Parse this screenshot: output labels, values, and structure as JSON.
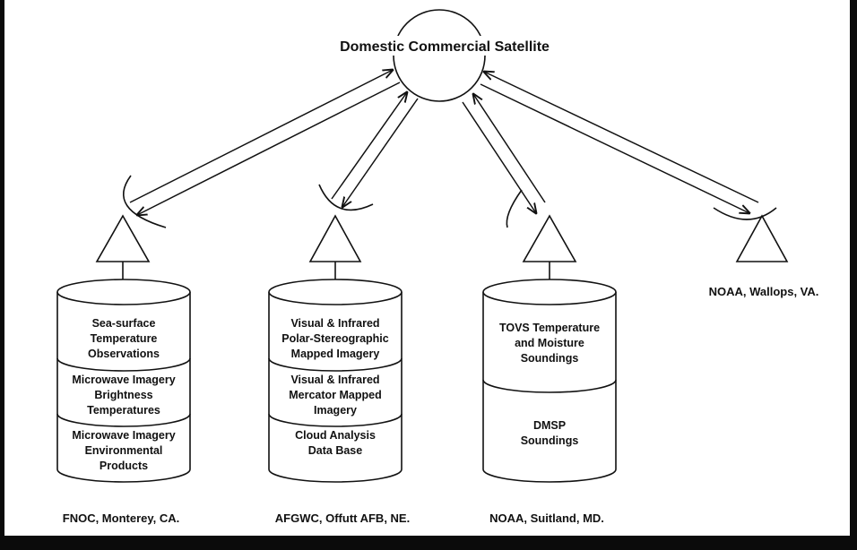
{
  "satellite": {
    "label": "Domestic Commercial Satellite"
  },
  "stations": [
    {
      "name": "FNOC, Monterey, CA.",
      "database": [
        [
          "Sea-surface",
          "Temperature",
          "Observations"
        ],
        [
          "Microwave Imagery",
          "Brightness",
          "Temperatures"
        ],
        [
          "Microwave Imagery",
          "Environmental",
          "Products"
        ]
      ]
    },
    {
      "name": "AFGWC, Offutt AFB, NE.",
      "database": [
        [
          "Visual & Infrared",
          "Polar-Stereographic",
          "Mapped Imagery"
        ],
        [
          "Visual & Infrared",
          "Mercator Mapped",
          "Imagery"
        ],
        [
          "Cloud Analysis",
          "Data Base"
        ]
      ]
    },
    {
      "name": "NOAA, Suitland, MD.",
      "database": [
        [
          "TOVS Temperature",
          "and Moisture",
          "Soundings"
        ],
        [
          "DMSP",
          "Soundings"
        ]
      ]
    },
    {
      "name": "NOAA, Wallops, VA.",
      "database": []
    }
  ]
}
